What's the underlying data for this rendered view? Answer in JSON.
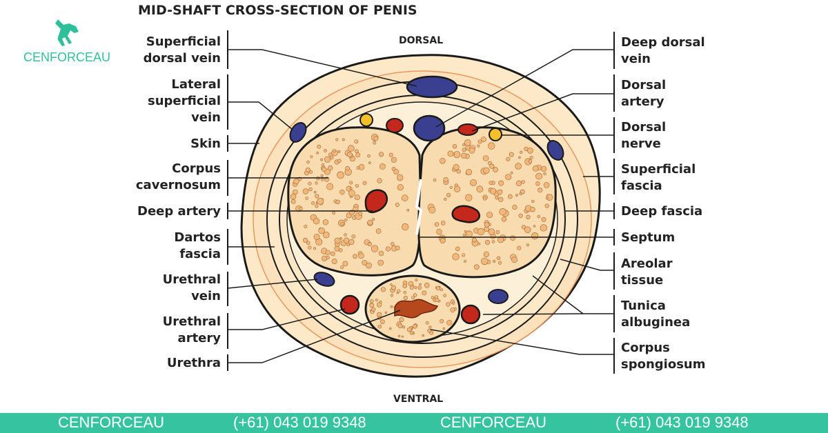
{
  "title": "MID-SHAFT CROSS-SECTION OF PENIS",
  "brand": {
    "name": "CENFORCEAU",
    "accent_color": "#2fbf9b",
    "logo_icon": "horse-icon"
  },
  "orientation": {
    "top": "DORSAL",
    "bottom": "VENTRAL"
  },
  "labels_left": [
    {
      "line1": "Superficial",
      "line2": "dorsal vein"
    },
    {
      "line1": "Lateral",
      "line2": "superficial",
      "line3": "vein"
    },
    {
      "line1": "Skin"
    },
    {
      "line1": "Corpus",
      "line2": "cavernosum"
    },
    {
      "line1": "Deep artery"
    },
    {
      "line1": "Dartos",
      "line2": "fascia"
    },
    {
      "line1": "Urethral",
      "line2": "vein"
    },
    {
      "line1": "Urethral",
      "line2": "artery"
    },
    {
      "line1": "Urethra"
    }
  ],
  "labels_right": [
    {
      "line1": "Deep dorsal",
      "line2": "vein"
    },
    {
      "line1": "Dorsal",
      "line2": "artery"
    },
    {
      "line1": "Dorsal",
      "line2": "nerve"
    },
    {
      "line1": "Superficial",
      "line2": "fascia"
    },
    {
      "line1": "Deep fascia"
    },
    {
      "line1": "Septum"
    },
    {
      "line1": "Areolar",
      "line2": "tissue"
    },
    {
      "line1": "Tunica",
      "line2": "albuginea"
    },
    {
      "line1": "Corpus",
      "line2": "spongiosum"
    }
  ],
  "footer": [
    {
      "text": "CENFORCEAU"
    },
    {
      "text": "(+61) 043 019 9348"
    },
    {
      "text": "CENFORCEAU"
    },
    {
      "text": "(+61) 043 019 9348"
    }
  ],
  "colors": {
    "vein": "#3b3f8f",
    "artery": "#c4281c",
    "nerve": "#f2c02a",
    "tissue": "#f8dcb0",
    "dots": "#f3b77a",
    "footer_bg": "#35c49f"
  }
}
